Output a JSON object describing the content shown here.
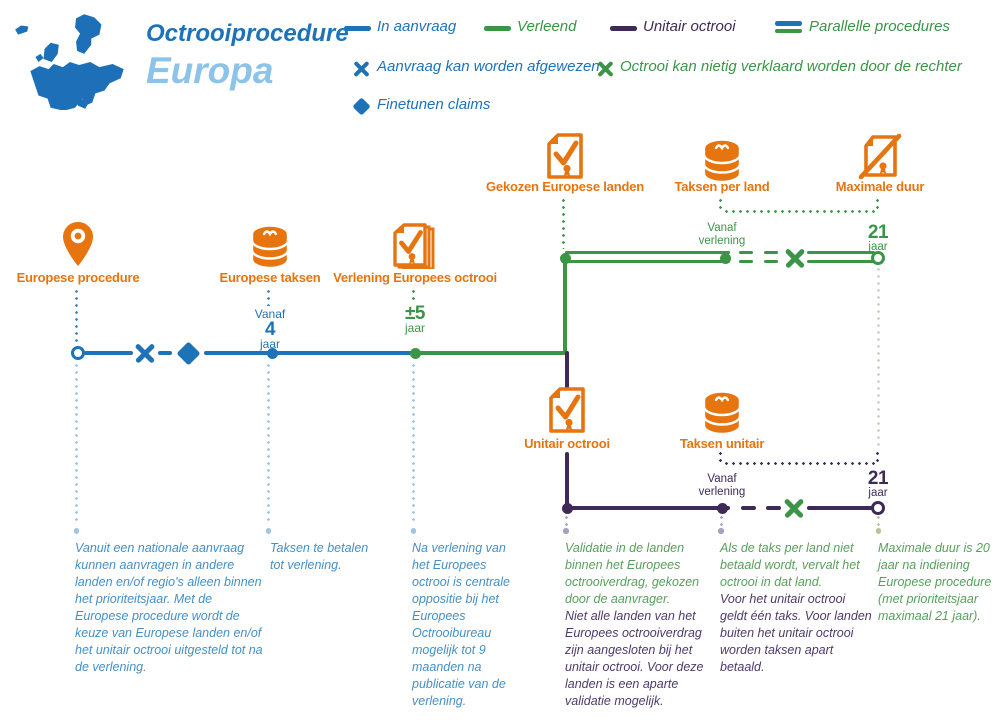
{
  "title": {
    "top": "Octrooiprocedure",
    "main": "Europa"
  },
  "legend": {
    "in_aanvraag": "In aanvraag",
    "verleend": "Verleend",
    "unitair_octrooi": "Unitair octrooi",
    "parallelle_procedures": "Parallelle procedures",
    "afgewezen": "Aanvraag kan worden afgewezen",
    "nietig": "Octrooi kan nietig verklaard worden door de rechter",
    "finetunen": "Finetunen claims"
  },
  "events": {
    "europese_procedure": "Europese procedure",
    "europese_taksen": "Europese taksen",
    "verlening_europees_octrooi": "Verlening Europees octrooi",
    "gekozen_europese_landen": "Gekozen Europese landen",
    "taksen_per_land": "Taksen per land",
    "maximale_duur": "Maximale duur",
    "unitair_octrooi": "Unitair octrooi",
    "taksen_unitair": "Taksen unitair"
  },
  "notes": {
    "vanaf": "Vanaf",
    "verlening": "verlening",
    "jaar": "jaar",
    "year4": "4",
    "pm5": "±5",
    "year21": "21"
  },
  "icons": {
    "header": "europe-map-icon",
    "europese_procedure": "map-pin-icon",
    "europese_taksen": "coins-icon",
    "verlening_europees_octrooi": "documents-check-icon",
    "gekozen_europese_landen": "document-check-icon",
    "taksen_per_land": "coins-icon",
    "maximale_duur": "document-slash-icon",
    "unitair_octrooi": "document-check-icon",
    "taksen_unitair": "coins-icon"
  },
  "footnotes": {
    "f1": "Vanuit een nationale aanvraag kunnen aanvragen in andere landen en/of regio's alleen binnen het prioriteitsjaar. Met de Europese procedure wordt de keuze van Europese landen en/of het unitair octrooi uitgesteld tot na de verlening.",
    "f2": "Taksen te betalen tot verlening.",
    "f3": "Na verlening van het Europees octrooi is centrale oppositie bij het Europees Octrooibureau mogelijk tot 9 maanden na publicatie van de verlening.",
    "f4a": "Validatie in de landen binnen het Europees octrooiverdrag, gekozen door de aanvrager.",
    "f4b": "Niet alle landen van het Europees octrooiverdrag zijn aangesloten bij het unitair octrooi. Voor deze landen is een aparte validatie mogelijk.",
    "f5a": "Als de taks per land niet betaald wordt, vervalt het octrooi in dat land.",
    "f5b": "Voor het unitair octrooi geldt één taks. Voor landen buiten het unitair octrooi worden taksen apart betaald.",
    "f6": "Maximale duur is 20 jaar na indiening Europese procedure (met prioriteitsjaar maximaal 21 jaar)."
  },
  "colors": {
    "in_aanvraag_blue": "#1e72b8",
    "verleend_green": "#3c9447",
    "unitair_purple": "#3f2a57",
    "icon_orange": "#e6750f",
    "title_light_blue": "#8cc3e9"
  }
}
